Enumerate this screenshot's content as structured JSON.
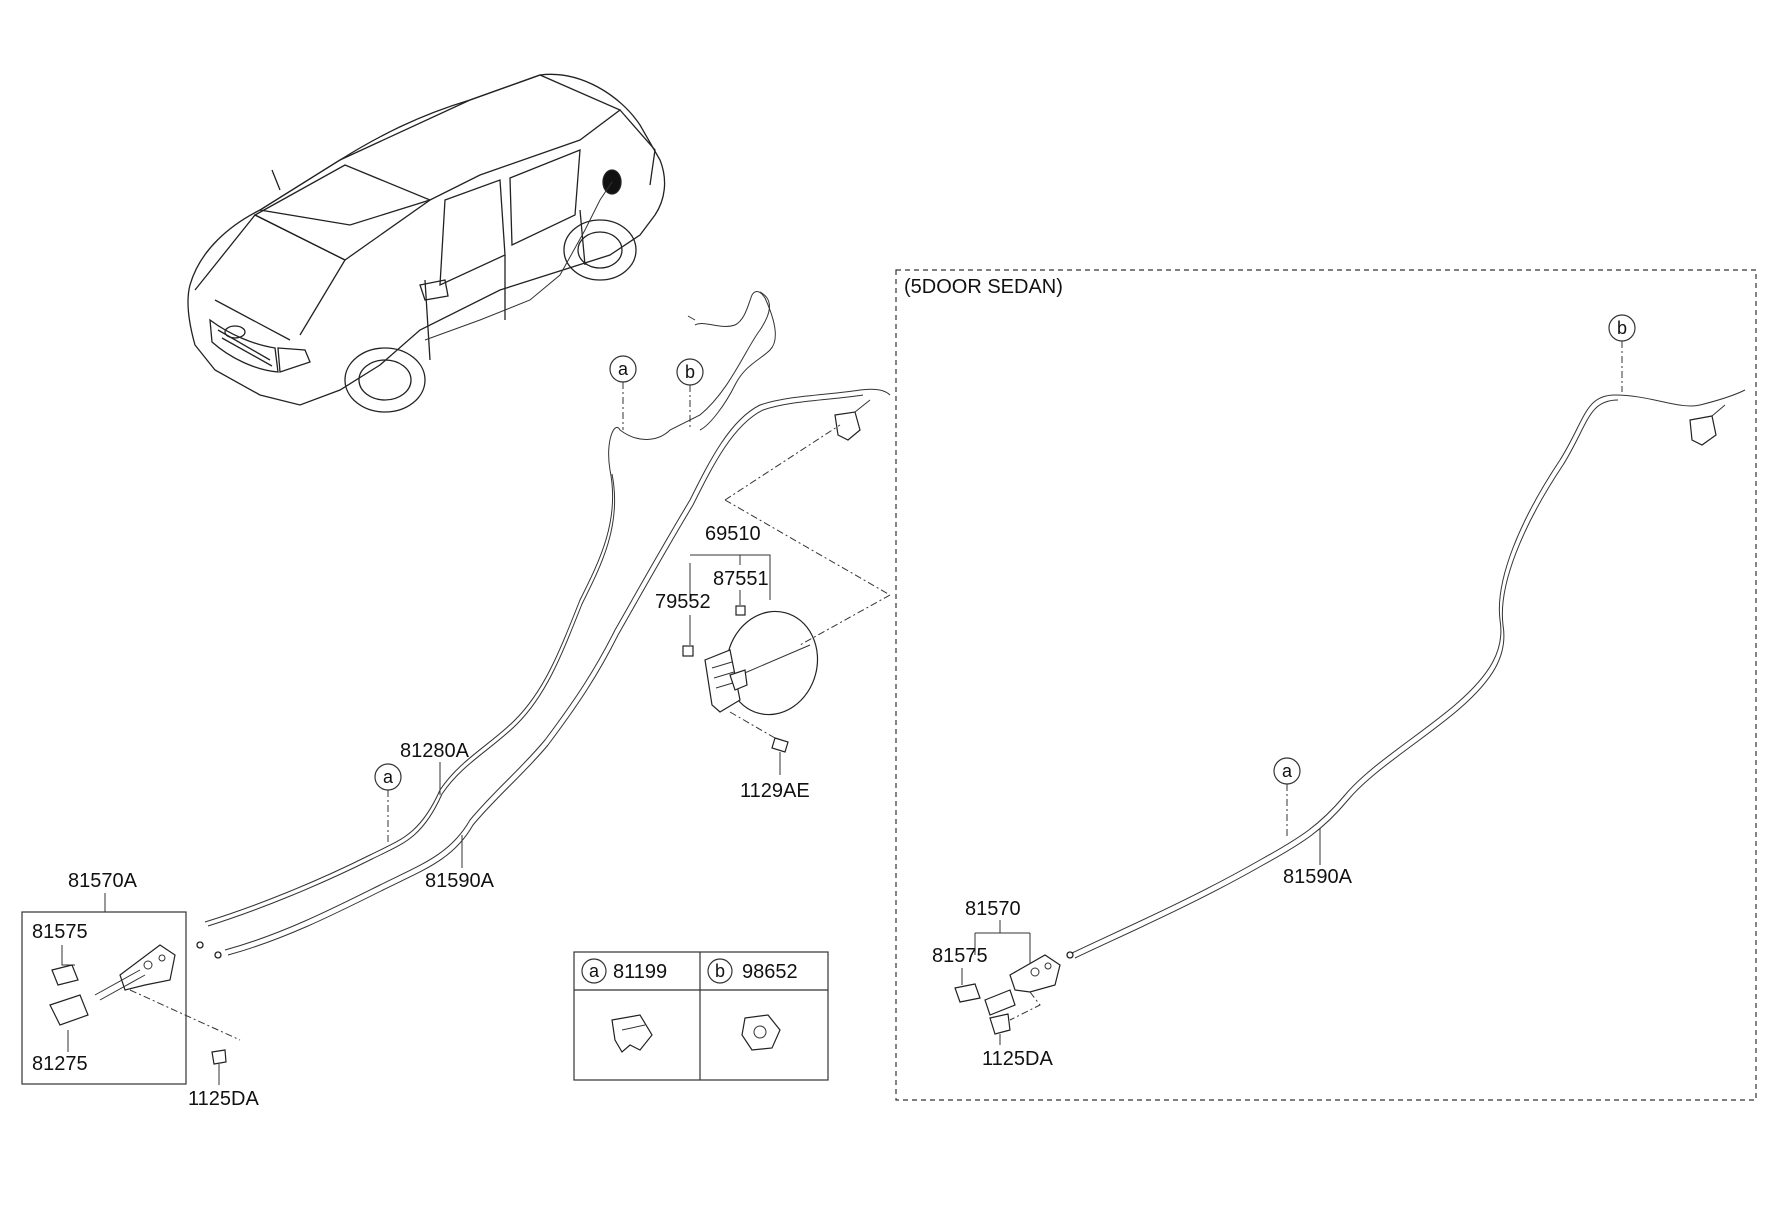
{
  "labels": {
    "p69510": "69510",
    "p87551": "87551",
    "p79552": "79552",
    "p1129AE": "1129AE",
    "p81280A": "81280A",
    "p81590A_left": "81590A",
    "p81570A": "81570A",
    "p81575_left": "81575",
    "p81275": "81275",
    "p1125DA_left": "1125DA",
    "sedan_title": "(5DOOR SEDAN)",
    "p81590A_right": "81590A",
    "p81570": "81570",
    "p81575_right": "81575",
    "p1125DA_right": "1125DA"
  },
  "callouts": {
    "a": "a",
    "b": "b"
  },
  "legend": {
    "a_part": "81199",
    "b_part": "98652"
  }
}
